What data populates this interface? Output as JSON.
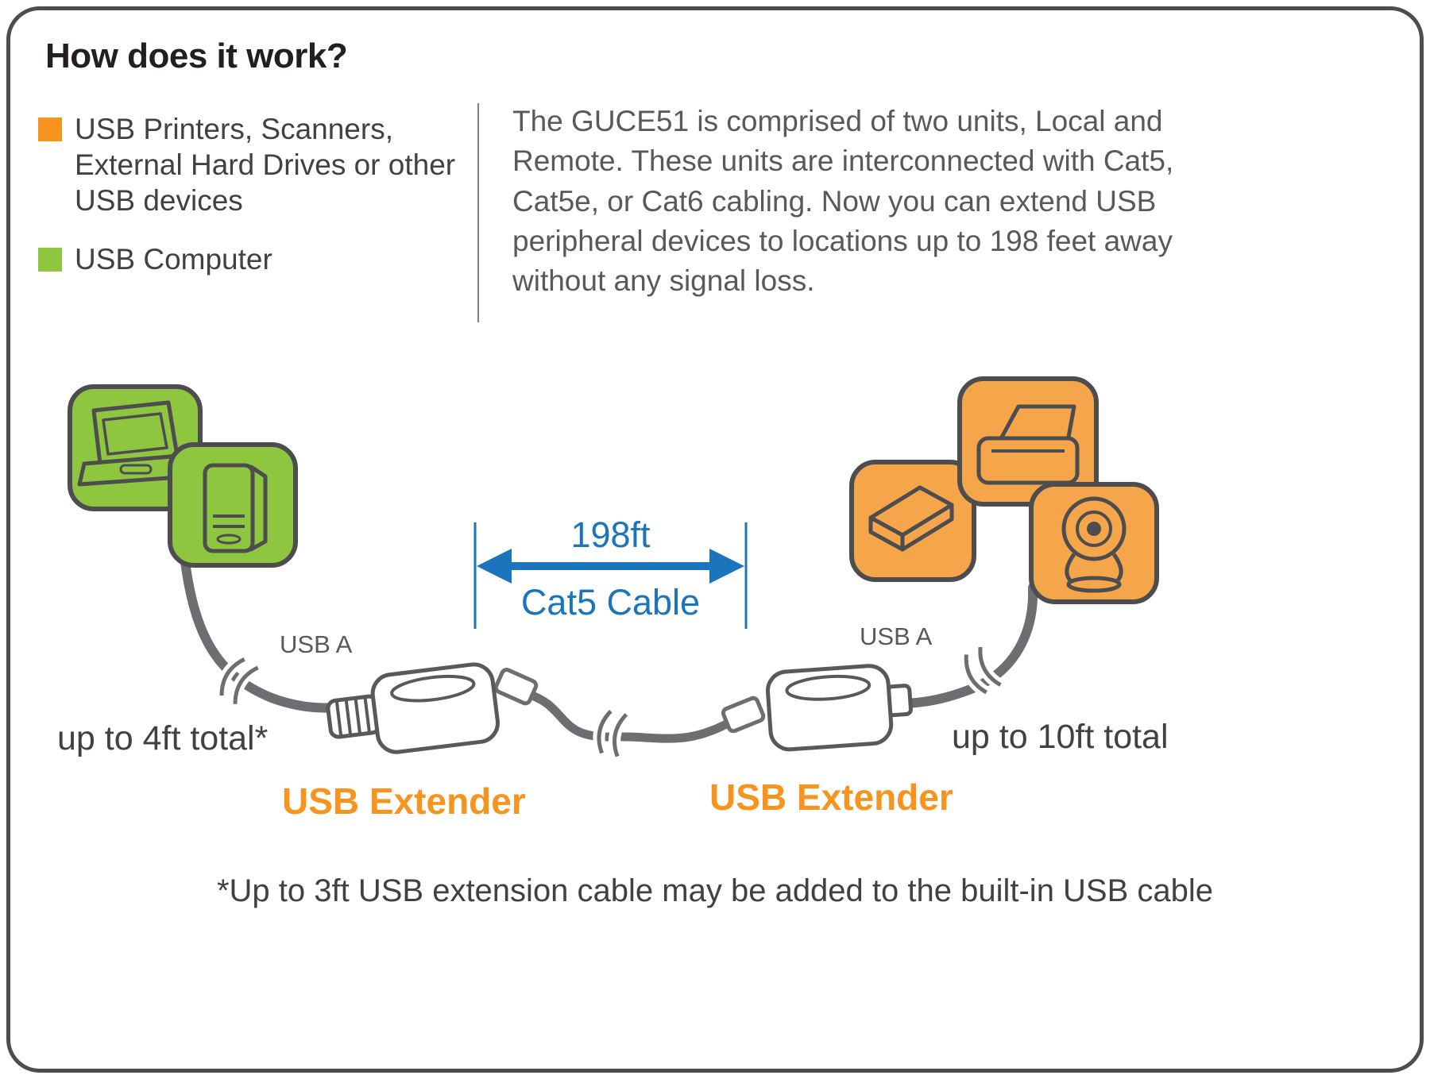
{
  "header": {
    "title": "How does it work?"
  },
  "legend": {
    "items": [
      {
        "label": "USB Printers, Scanners, External Hard Drives or other USB devices",
        "swatch_color": "#F7941D"
      },
      {
        "label": "USB Computer",
        "swatch_color": "#8EC63F"
      }
    ]
  },
  "description": "The GUCE51 is comprised of two units, Local and Remote. These units are interconnected with Cat5, Cat5e, or Cat6 cabling. Now you can extend USB peripheral devices to locations up to 198 feet away without any signal loss.",
  "diagram": {
    "distance_label": "198ft",
    "cable_type_label": "Cat5 Cable",
    "local_port_label": "USB A",
    "remote_port_label": "USB A",
    "local_cable_length": "up to 4ft total*",
    "remote_cable_length": "up to 10ft total",
    "local_extender_label": "USB Extender",
    "remote_extender_label": "USB Extender"
  },
  "footnote": "*Up to 3ft USB extension cable may be added to the built-in USB cable",
  "colors": {
    "accent_orange": "#F7941D",
    "tile_orange": "#F5A54A",
    "green": "#8EC63F",
    "blue": "#1B75BC",
    "text_dark": "#414042",
    "text_gray": "#58595B",
    "cable_gray": "#6D6E71"
  }
}
